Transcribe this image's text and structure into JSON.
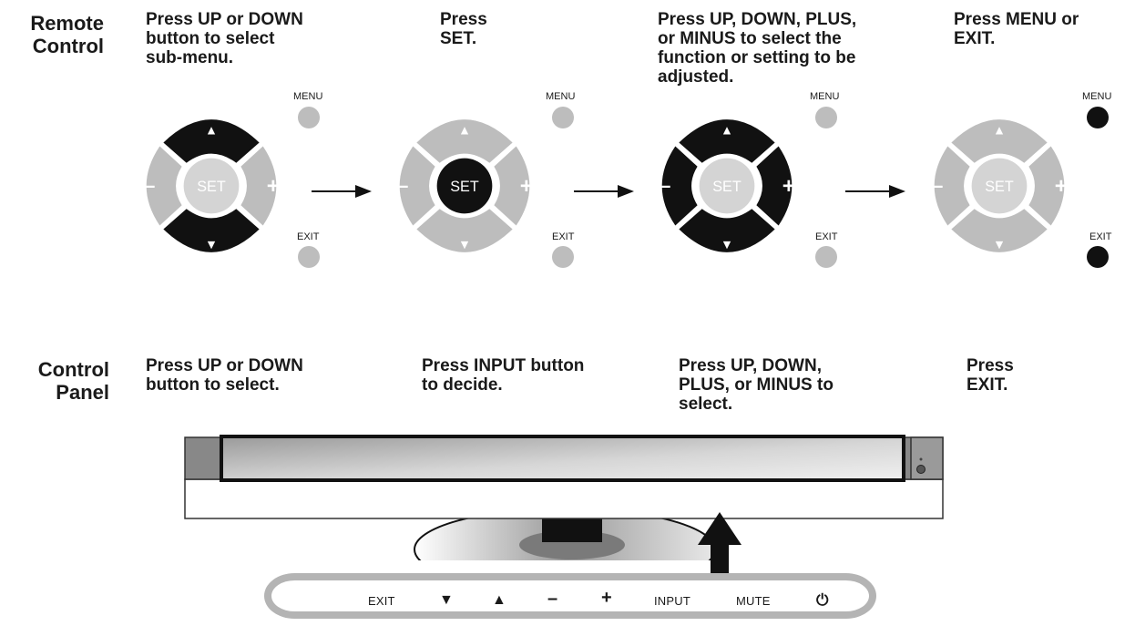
{
  "remote": {
    "label": "Remote\nControl",
    "steps": [
      "Press UP or DOWN\nbutton to select\nsub-menu.",
      "Press\nSET.",
      "Press UP, DOWN, PLUS,\nor MINUS to select  the\nfunction or setting to  be\nadjusted.",
      "Press MENU or\nEXIT."
    ],
    "set_label": "SET",
    "menu_label": "MENU",
    "exit_label": "EXIT",
    "plus_symbol": "+",
    "minus_symbol": "–",
    "up_symbol": "▲",
    "down_symbol": "▼"
  },
  "panel": {
    "label": "Control\nPanel",
    "steps": [
      "Press UP or DOWN\nbutton to select.",
      "Press INPUT button\nto decide.",
      "Press UP, DOWN,\nPLUS, or MINUS to\nselect.",
      "Press\nEXIT."
    ],
    "buttons": {
      "exit": "EXIT",
      "down": "▼",
      "up": "▲",
      "minus": "–",
      "plus": "+",
      "input": "INPUT",
      "mute": "MUTE",
      "power": "⏻"
    }
  },
  "colors": {
    "active": "#111111",
    "inactive": "#bdbdbd",
    "center_inactive": "#d4d4d4",
    "ring": "#b4b4b4"
  }
}
